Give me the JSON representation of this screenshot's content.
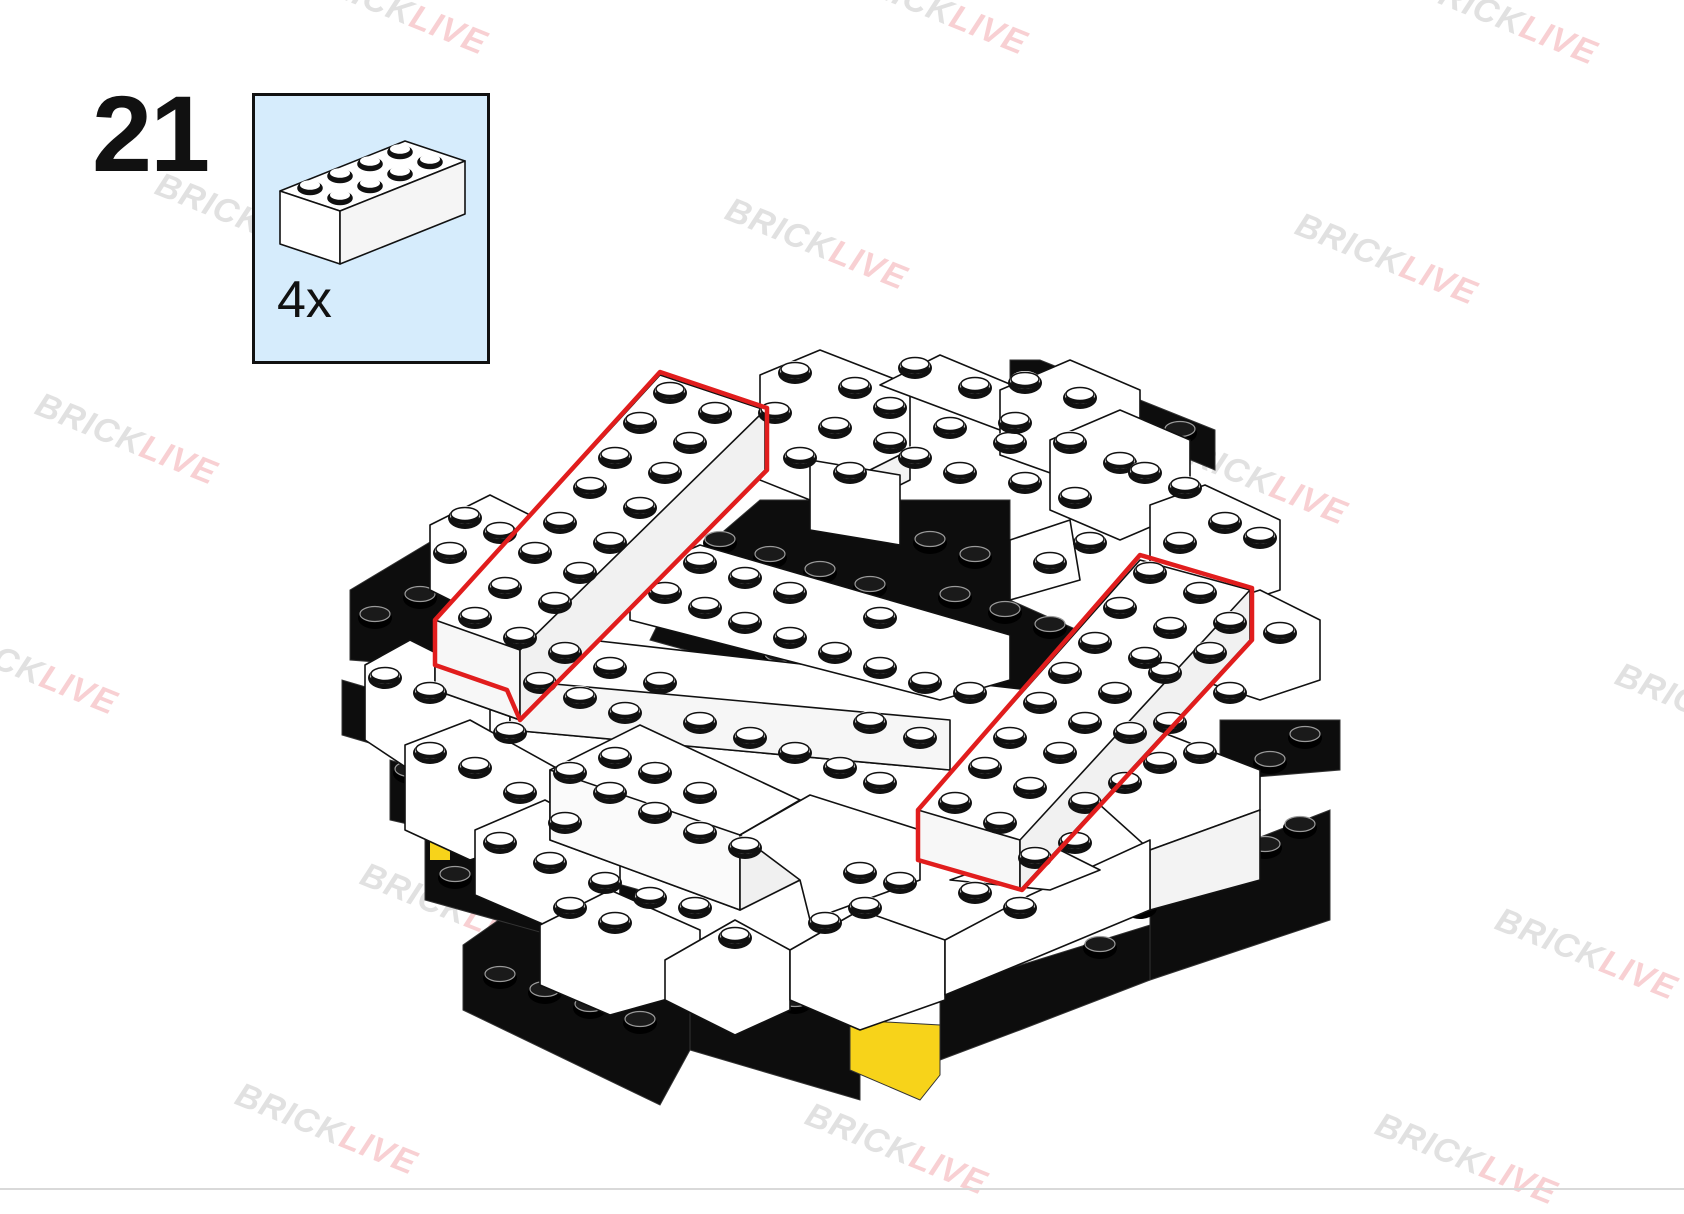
{
  "step": {
    "number": "21"
  },
  "parts_callout": {
    "quantity": "4x",
    "background": "#d6ecfc",
    "part_icon": "white-2x4-brick-icon"
  },
  "watermark": {
    "brand_part1": "BRICK",
    "brand_part2": "LIVE"
  },
  "colors": {
    "brick_white": "#ffffff",
    "brick_black": "#0d0d0d",
    "brick_yellow": "#f7d31a",
    "highlight": "#e11d1d"
  }
}
